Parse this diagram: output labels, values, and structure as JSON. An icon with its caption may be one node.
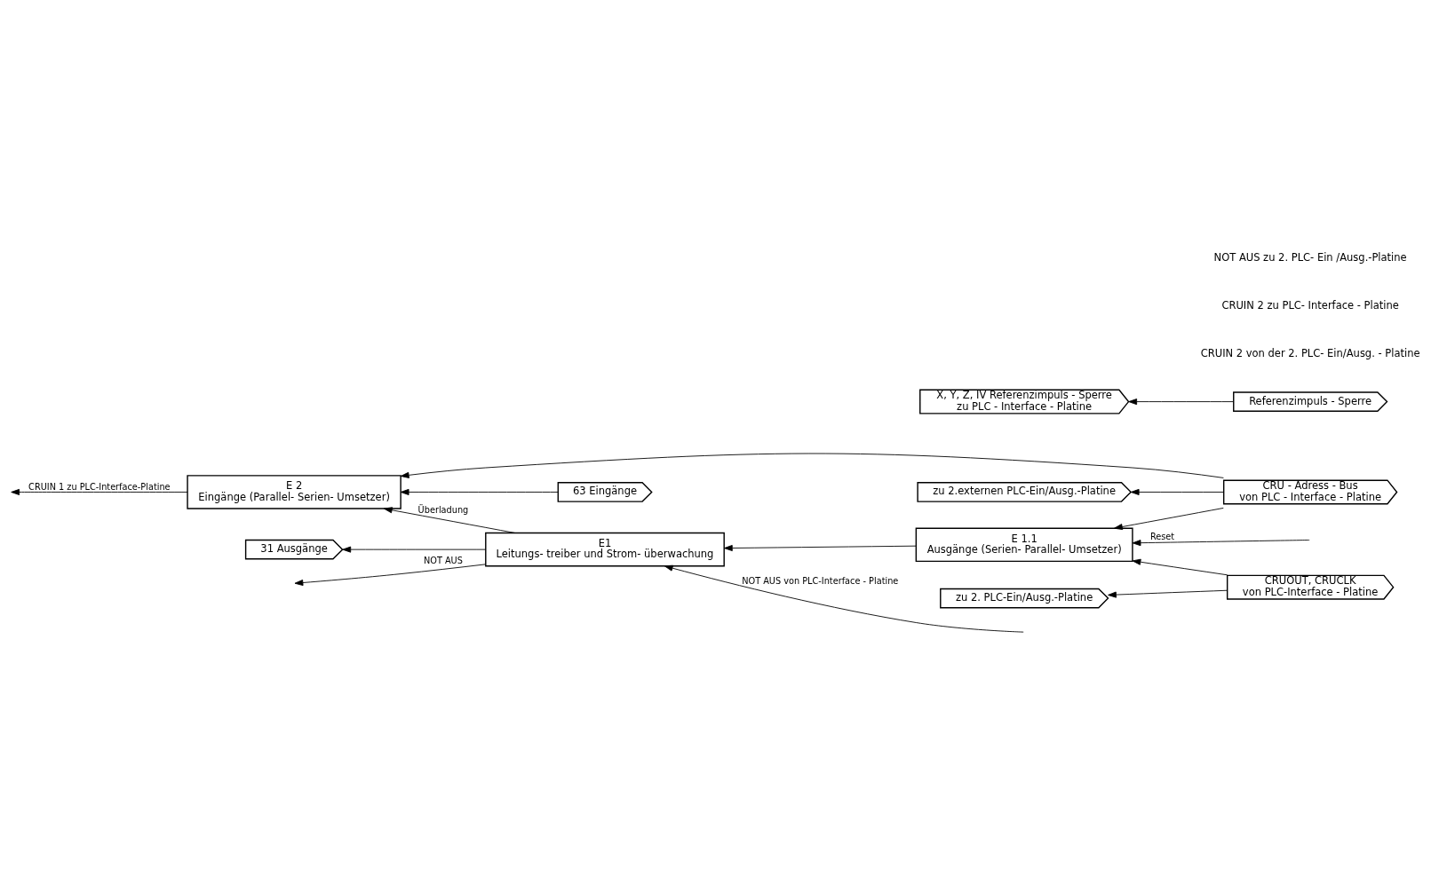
{
  "diagram": {
    "nodes": [
      {
        "text": [
          "E1",
          "Leitungs- treiber und Strom- überwachung"
        ]
      },
      {
        "text": [
          "E 1.1",
          "Ausgänge (Serien- Parallel- Umsetzer)"
        ]
      },
      {
        "text": [
          "E 2",
          "Eingänge (Parallel- Serien- Umsetzer)"
        ]
      },
      {
        "text": [
          "CRU - Adress - Bus",
          "von PLC - Interface - Platine"
        ]
      },
      {
        "text": [
          "Referenzimpuls - Sperre"
        ]
      },
      {
        "text": [
          "63 Eingänge"
        ]
      },
      {
        "text": [
          "31 Ausgänge"
        ]
      },
      {
        "text": [
          "CRUOUT, CRUCLK",
          "von PLC-Interface - Platine"
        ]
      },
      {
        "text": [
          "zu 2.externen PLC-Ein/Ausg.-Platine"
        ]
      },
      {
        "text": [
          "X, Y, Z, IV Referenzimpuls - Sperre",
          "zu PLC - Interface - Platine"
        ]
      },
      {
        "text": [
          "zu 2. PLC-Ein/Ausg.-Platine"
        ]
      }
    ],
    "edges": [
      {
        "from": 3,
        "to": 8,
        "arrow": "to"
      },
      {
        "from": 3,
        "to": 2,
        "arrow": "to"
      },
      {
        "from": 3,
        "to": 1,
        "arrow": "to"
      },
      {
        "from": 4,
        "to": 9,
        "arrow": "to"
      },
      {
        "from": 5,
        "to": 2,
        "arrow": "to"
      },
      {
        "from": 0,
        "to": 2,
        "arrow": "to",
        "label": "Überladung"
      },
      {
        "from": 2,
        "to": null,
        "arrow": "to",
        "label": "CRUIN 1 zu PLC-Interface-Platine"
      },
      {
        "from": 7,
        "to": 10,
        "arrow": "to"
      },
      {
        "from": 7,
        "to": 1,
        "arrow": "to"
      },
      {
        "from": null,
        "to": 1,
        "arrow": "to",
        "label": "Reset"
      },
      {
        "from": 1,
        "to": 0,
        "arrow": "to"
      },
      {
        "from": 0,
        "to": 6,
        "arrow": "to"
      },
      {
        "from": null,
        "to": 0,
        "arrow": "to",
        "label": "NOT AUS von PLC-Interface - Platine"
      },
      {
        "from": 0,
        "to": null,
        "arrow": "to",
        "label": "NOT AUS"
      }
    ],
    "labels": [
      "CRUIN 2 von der 2. PLC- Ein/Ausg. - Platine",
      "CRUIN 2 zu PLC- Interface - Platine",
      "NOT AUS zu 2. PLC- Ein /Ausg.-Platine"
    ]
  }
}
